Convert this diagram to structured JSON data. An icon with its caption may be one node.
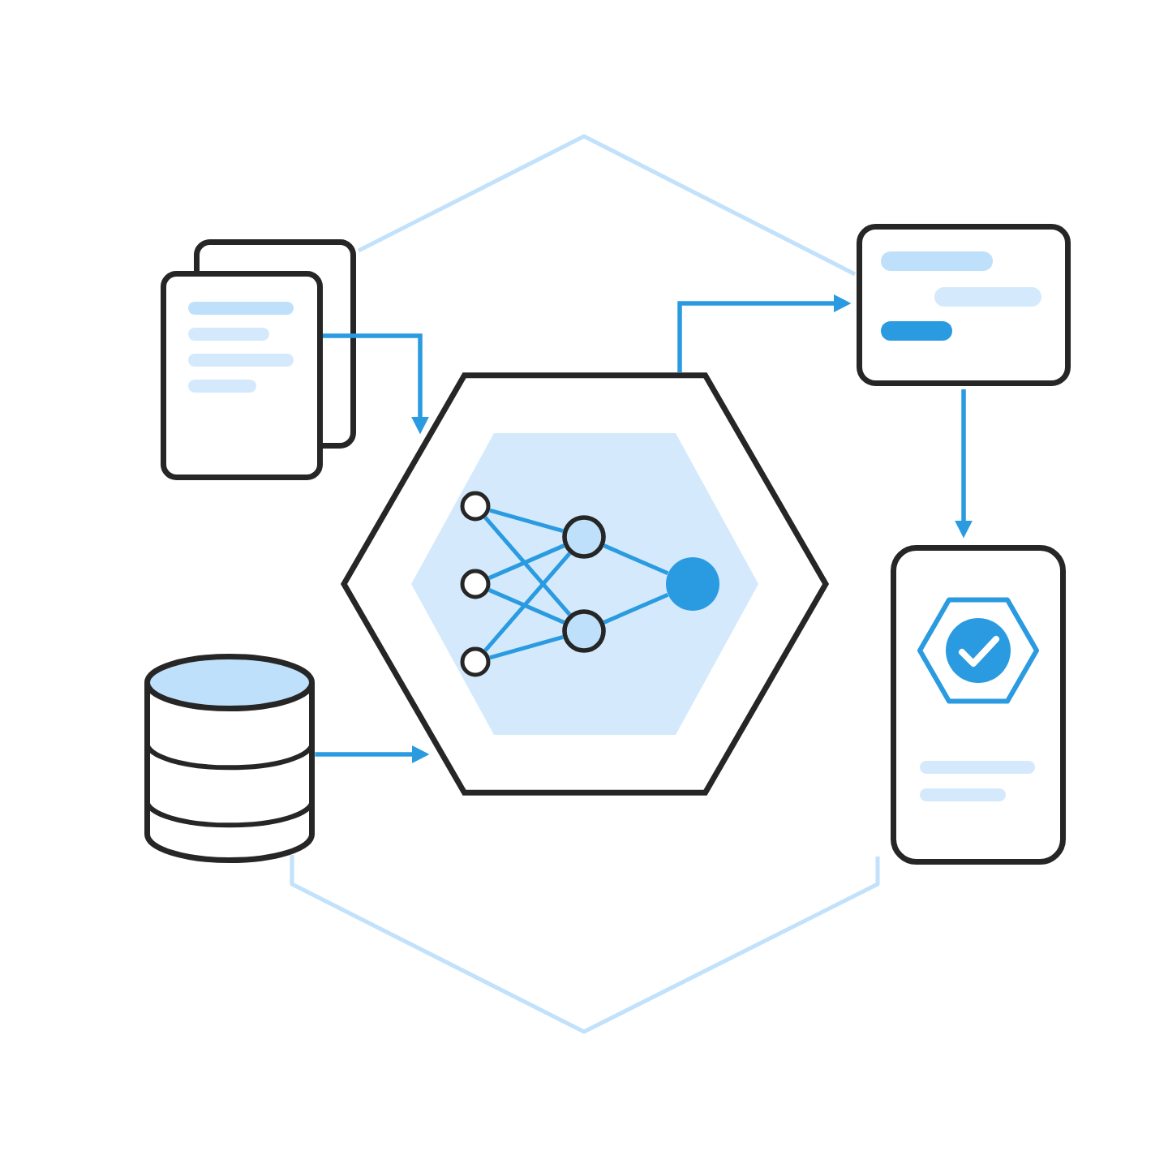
{
  "diagram": {
    "nodes": [
      {
        "text": [],
        "shape": "document"
      },
      {
        "text": [],
        "shape": "box"
      },
      {
        "text": [],
        "shape": "hexagon"
      },
      {
        "text": [],
        "shape": "circle",
        "in": 2
      },
      {
        "text": [],
        "shape": "circle",
        "in": 2
      },
      {
        "text": [],
        "shape": "circle",
        "in": 2
      },
      {
        "text": [],
        "shape": "circle",
        "in": 2
      },
      {
        "text": [],
        "shape": "circle",
        "in": 2
      },
      {
        "text": [],
        "shape": "circle",
        "in": 2
      },
      {
        "text": [],
        "shape": "cylinder"
      },
      {
        "text": [],
        "shape": "phone"
      }
    ],
    "edges": [
      {
        "from": 0,
        "to": 2,
        "arrow": "to"
      },
      {
        "from": 9,
        "to": 2,
        "arrow": "to"
      },
      {
        "from": 2,
        "to": 1,
        "arrow": "to"
      },
      {
        "from": 1,
        "to": 10,
        "arrow": "to"
      },
      {
        "from": 3,
        "to": 6,
        "arrow": "none"
      },
      {
        "from": 3,
        "to": 7,
        "arrow": "none"
      },
      {
        "from": 4,
        "to": 6,
        "arrow": "none"
      },
      {
        "from": 4,
        "to": 7,
        "arrow": "none"
      },
      {
        "from": 5,
        "to": 6,
        "arrow": "none"
      },
      {
        "from": 5,
        "to": 7,
        "arrow": "none"
      },
      {
        "from": 6,
        "to": 8,
        "arrow": "none"
      },
      {
        "from": 7,
        "to": 8,
        "arrow": "none"
      }
    ]
  }
}
